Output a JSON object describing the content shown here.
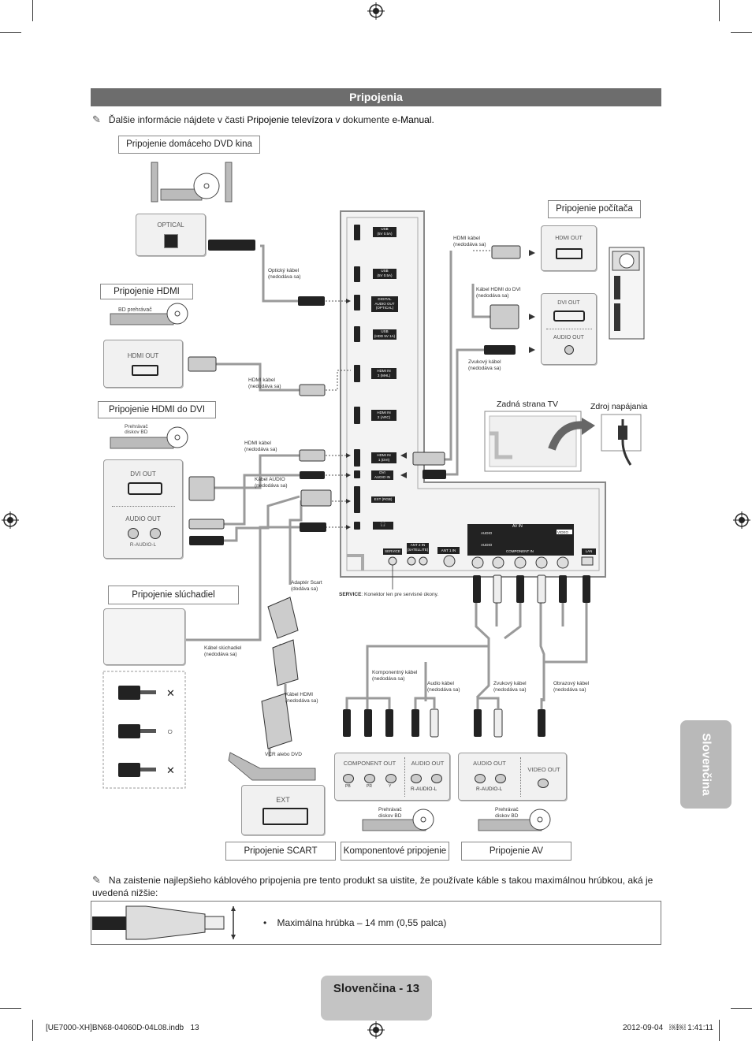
{
  "section": {
    "title": "Pripojenia"
  },
  "note_top": {
    "part1": "Ďalšie informácie nájdete v časti ",
    "link": "Pripojenie televízora",
    "part2": " v dokumente ",
    "manual": "e-Manual",
    "end": "."
  },
  "labels": {
    "dvd_home": "Pripojenie domáceho DVD kina",
    "pc": "Pripojenie počítača",
    "hdmi": "Pripojenie HDMI",
    "hdmi_dvi": "Pripojenie HDMI do DVI",
    "headphones": "Pripojenie slúchadiel",
    "scart": "Pripojenie SCART",
    "component": "Komponentové pripojenie",
    "av": "Pripojenie AV"
  },
  "devices": {
    "optical": "OPTICAL",
    "bd_player": "BD prehrávač",
    "hdmi_out": "HDMI OUT",
    "bd_player2": "Prehrávač\ndiskov BD",
    "dvi_out": "DVI OUT",
    "audio_out": "AUDIO OUT",
    "r_audio_l": "R-AUDIO-L",
    "pc_hdmi_out": "HDMI OUT",
    "pc_dvi_out": "DVI OUT",
    "pc_audio_out": "AUDIO OUT",
    "ext": "EXT",
    "vcr": "VCR alebo DVD",
    "component_out": "COMPONENT OUT",
    "audio_out2": "AUDIO OUT",
    "audio_out3": "AUDIO OUT",
    "video_out": "VIDEO OUT",
    "bd_player3": "Prehrávač\ndiskov BD",
    "bd_player4": "Prehrávač\ndiskov BD",
    "pb": "PB",
    "pr": "PR",
    "y": "Y"
  },
  "cables": {
    "optical": "Optický kábel\n(nedodáva sa)",
    "hdmi1": "HDMI kábel\n(nedodáva sa)",
    "hdmi2": "HDMI kábel\n(nedodáva sa)",
    "audio": "Kábel AUDIO\n(nedodáva sa)",
    "scart_adapter": "Adaptér Scart\n(dodáva sa)",
    "headphone": "Kábel slúchadiel\n(nedodáva sa)",
    "hdmi_scart": "Kábel HDMI\n(nedodáva sa)",
    "pc_hdmi": "HDMI kábel\n(nedodáva sa)",
    "pc_hdmi_dvi": "Kábel HDMI do DVI\n(nedodáva sa)",
    "pc_audio": "Zvukový kábel\n(nedodáva sa)",
    "component": "Komponentný kábel\n(nedodáva sa)",
    "audio2": "Audio kábel\n(nedodáva sa)",
    "audio3": "Zvukový kábel\n(nedodáva sa)",
    "video": "Obrazový kábel\n(nedodáva sa)"
  },
  "tv_ports": {
    "usb1": "USB\n(5V 0.5A)",
    "usb2": "USB\n(5V 0.5A)",
    "digital_audio": "DIGITAL\nAUDIO OUT\n(OPTICAL)",
    "usb3": "USB\n(HDD 5V 1A)",
    "hdmi3": "HDMI IN\n3 (MHL)",
    "hdmi2": "HDMI IN\n2 (ARC)",
    "hdmi1": "HDMI IN\n1 (DVI)",
    "dvi_audio": "DVI\nAUDIO IN",
    "ext_rgb": "EXT (RGB)",
    "headphone": "🎧",
    "service": "SERVICE",
    "ant2": "ANT 2 IN\n(SATELLITE)",
    "ant1": "ANT 1 IN",
    "av_in": "AV IN",
    "video": "VIDEO",
    "audio_r": "AUDIO",
    "audio_l": "AUDIO",
    "component_in": "COMPONENT IN",
    "lan": "LAN"
  },
  "service_note": {
    "label": "SERVICE",
    "text": ": Konektor len pre servisné úkony."
  },
  "tv_back": "Zadná strana TV",
  "power": "Zdroj napájania",
  "note_bottom": "Na zaistenie najlepšieho káblového pripojenia pre tento produkt sa uistite, že používate káble s takou maximálnou hrúbkou, aká je uvedená nižšie:",
  "max_thickness": "Maximálna hrúbka – 14 mm (0,55 palca)",
  "side_tab": "Slovenčina",
  "page_label": "Slovenčina - 13",
  "footer": {
    "left": "[UE7000-XH]BN68-04060D-04L08.indb   13",
    "right": "2012-09-04   ￼￼ 1:41:11"
  }
}
